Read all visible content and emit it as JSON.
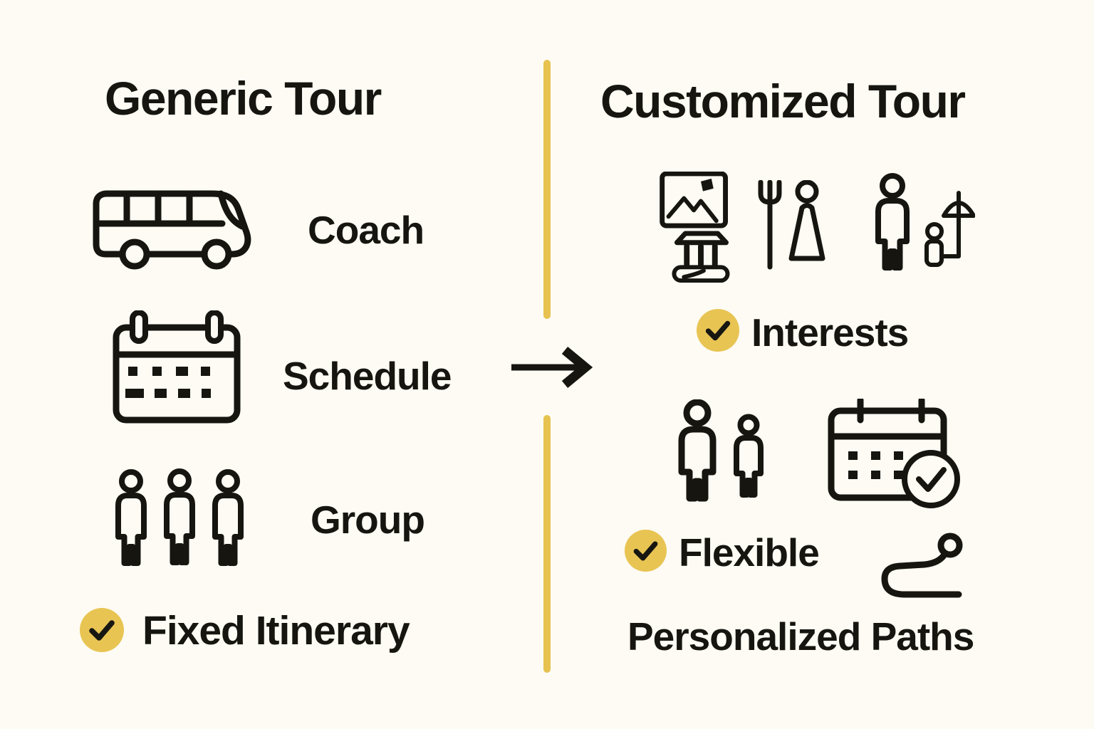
{
  "left": {
    "title": "Generic Tour",
    "items": [
      {
        "icon": "bus-icon",
        "label": "Coach"
      },
      {
        "icon": "calendar-icon",
        "label": "Schedule"
      },
      {
        "icon": "group-icon",
        "label": "Group"
      }
    ],
    "badge": {
      "icon": "check-icon",
      "label": "Fixed Itinerary"
    }
  },
  "divider": {
    "icon": "right-arrow-icon"
  },
  "right": {
    "title": "Customized Tour",
    "interest_icons": [
      "art-museum-icon",
      "dining-icon",
      "family-umbrella-icon"
    ],
    "badges": [
      {
        "icon": "check-icon",
        "label": "Interests"
      },
      {
        "icon": "check-icon",
        "label": "Flexible"
      }
    ],
    "detail_icons": [
      "couple-icon",
      "calendar-check-icon",
      "winding-path-icon"
    ],
    "caption": "Personalized Paths"
  },
  "colors": {
    "background": "#FDFBF3",
    "ink": "#161510",
    "accent": "#E8C453"
  }
}
